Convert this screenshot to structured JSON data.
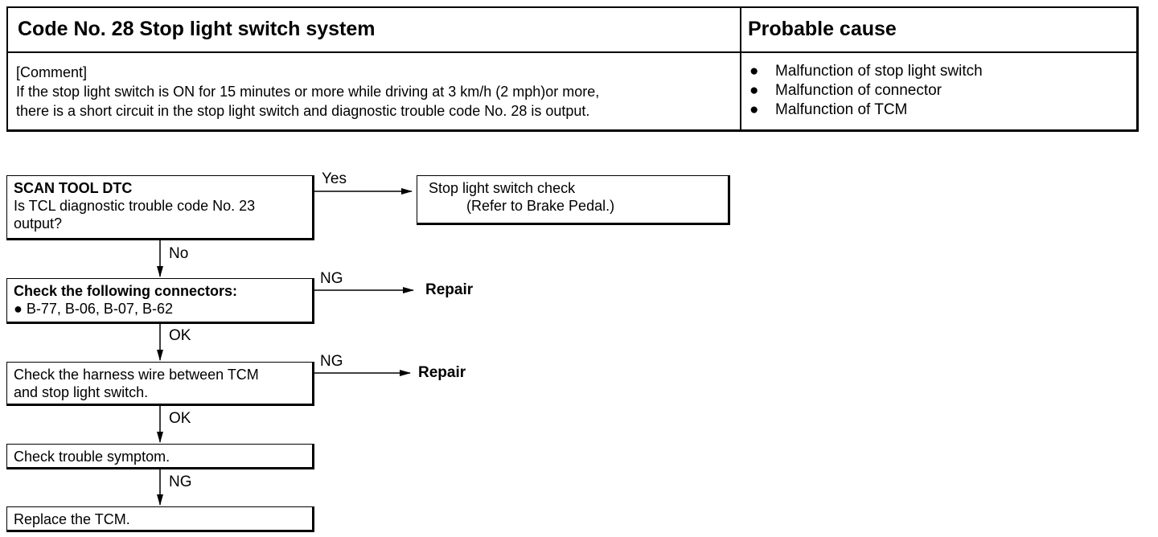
{
  "header": {
    "title": "Code No. 28 Stop light switch system",
    "cause_heading": "Probable cause",
    "comment_lines": [
      "[Comment]",
      "If the stop light switch is ON for 15 minutes or more while driving at 3 km/h (2 mph)or more,",
      "there is a short circuit in the stop light switch and diagnostic trouble code No. 28 is output."
    ],
    "bullet": "●",
    "causes": [
      "Malfunction of stop light switch",
      "Malfunction of connector",
      "Malfunction of TCM"
    ]
  },
  "flow": {
    "step1": {
      "title": "SCAN TOOL DTC",
      "line1": "Is TCL diagnostic trouble code No. 23",
      "line2": "output?"
    },
    "yes_label": "Yes",
    "yes_box": {
      "line1": "Stop  light  switch  check",
      "line2": "(Refer  to  Brake  Pedal.)"
    },
    "no_label": "No",
    "step2": {
      "title": "Check the following connectors:",
      "line1": "●   B-77,  B-06,  B-07,  B-62"
    },
    "ng_label_1": "NG",
    "repair_1": "Repair",
    "ok_label_1": "OK",
    "step3": {
      "line1": "Check the harness wire between TCM",
      "line2": "and stop light switch."
    },
    "ng_label_2": "NG",
    "repair_2": "Repair",
    "ok_label_2": "OK",
    "step4": {
      "line1": "Check  trouble  symptom."
    },
    "ng_label_3": "NG",
    "step5": {
      "line1": "Replace  the  TCM."
    }
  }
}
